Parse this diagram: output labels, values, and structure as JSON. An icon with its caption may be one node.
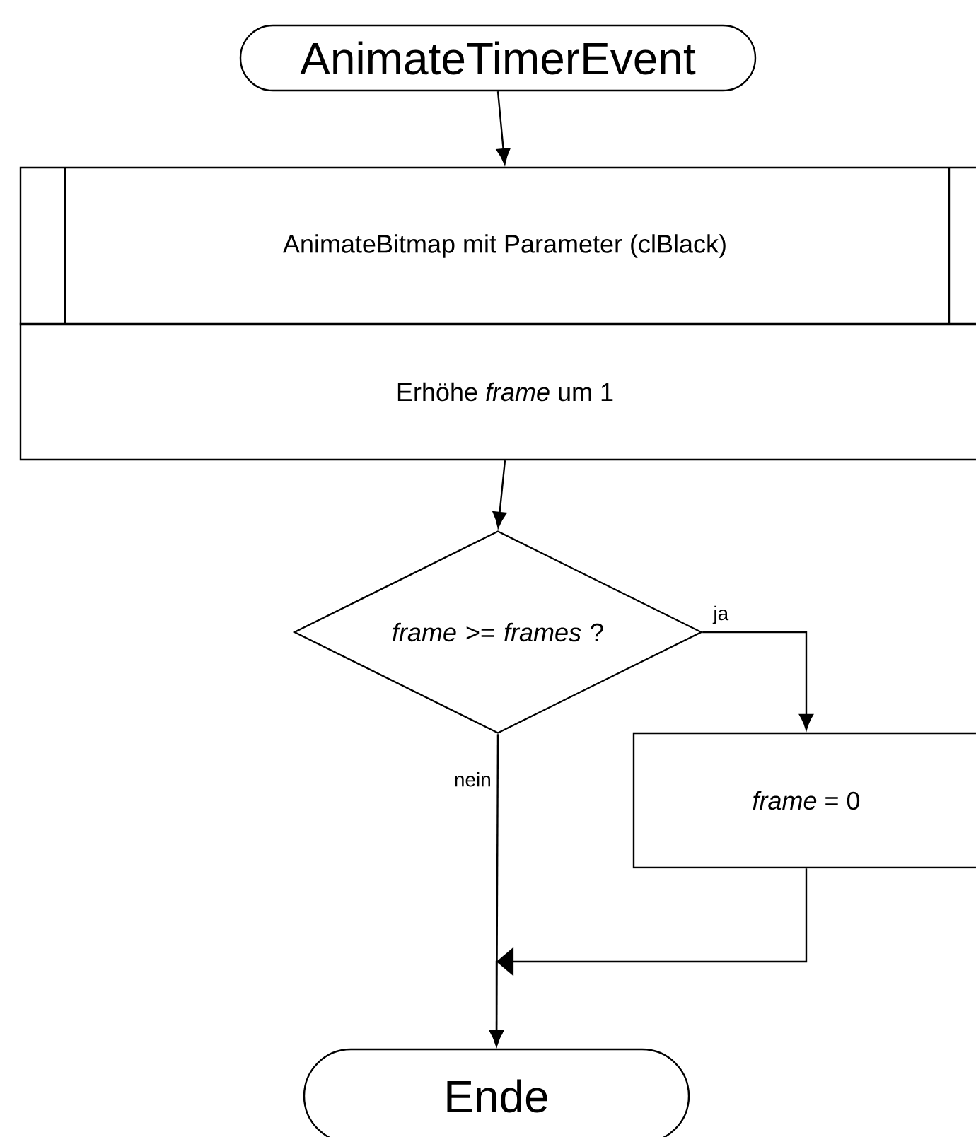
{
  "diagram": {
    "nodes": [
      {
        "text": [
          "AnimateTimerEvent"
        ]
      },
      {
        "text": [
          "AnimateBitmap mit Parameter (clBlack)"
        ]
      },
      {
        "text": [
          "Erhöhe *frame* um 1"
        ]
      },
      {
        "text": [
          "*frame* >= *frames* ?"
        ]
      },
      {
        "text": [
          "*frame* = 0"
        ]
      },
      {
        "text": [
          "Ende"
        ]
      }
    ],
    "edges": [
      {
        "from": 0,
        "to": 1,
        "arrow": "to"
      },
      {
        "from": 2,
        "to": 3,
        "arrow": "to"
      },
      {
        "from": 3,
        "to": 4,
        "arrow": "to",
        "label": "ja"
      },
      {
        "from": 3,
        "to": 5,
        "arrow": "to",
        "label": "nein"
      },
      {
        "from": 4,
        "to": 5,
        "arrow": "to"
      }
    ]
  }
}
